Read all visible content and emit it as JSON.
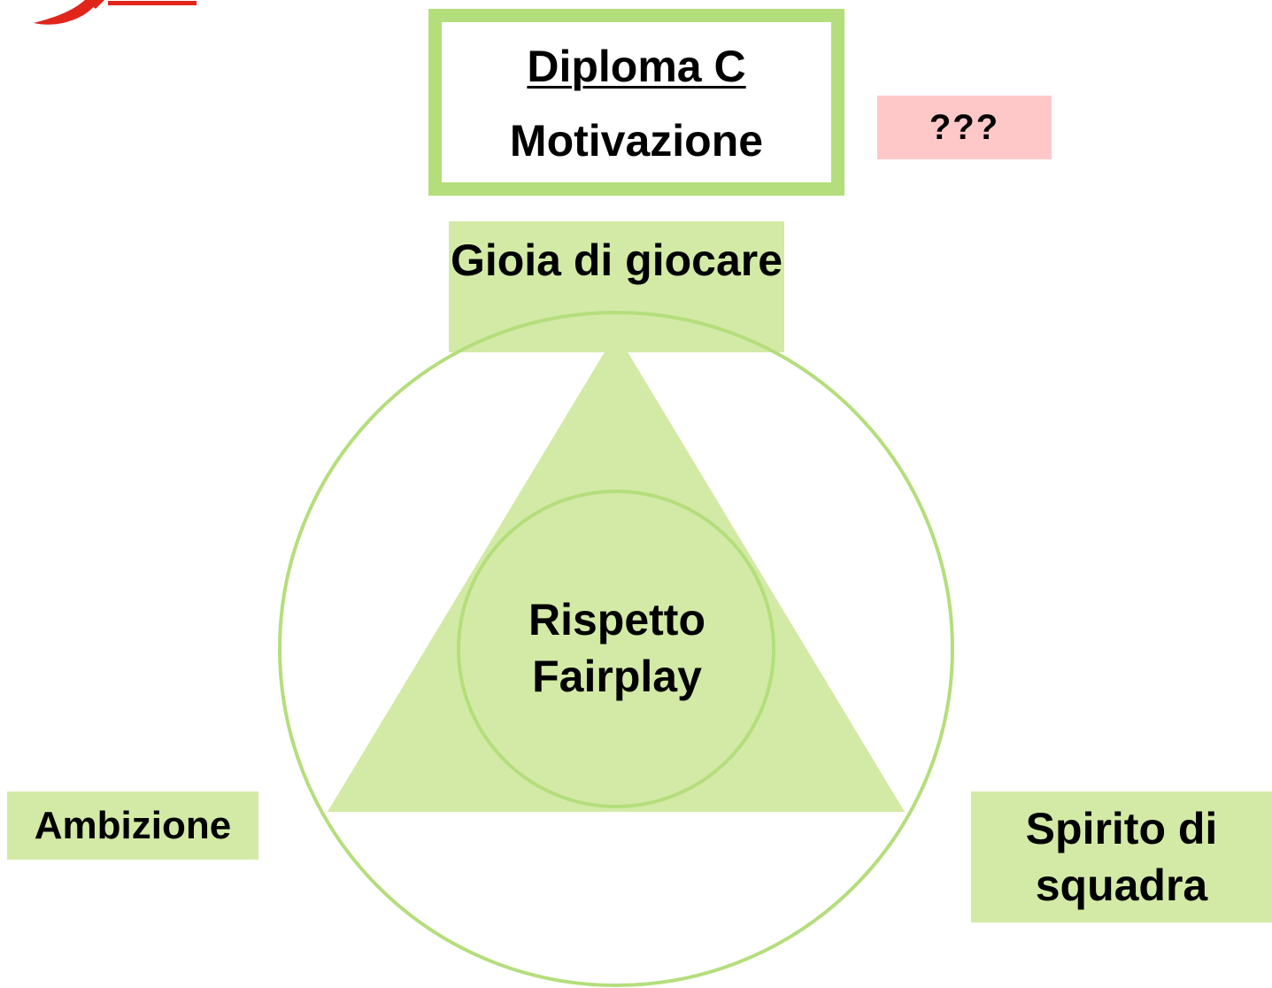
{
  "logo": {
    "colors": {
      "primary": "#e0251b"
    }
  },
  "title": {
    "line1": "Diploma C",
    "line2": "Motivazione"
  },
  "question_badge": "???",
  "diagram": {
    "top_label": "Gioia di giocare",
    "left_label": "Ambizione",
    "right_label": "Spirito di squadra",
    "center_label_line1": "Rispetto",
    "center_label_line2": "Fairplay"
  },
  "colors": {
    "frame_green": "#b4de7c",
    "fill_green": "#d3eaa6",
    "circle_stroke": "#b4de7c",
    "badge_pink": "#ffc8c8"
  }
}
